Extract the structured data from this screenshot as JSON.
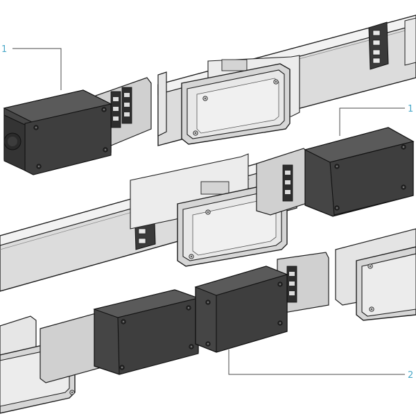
{
  "callouts": [
    {
      "id": "c1a",
      "label": "1",
      "part": "end-feed-box"
    },
    {
      "id": "c1b",
      "label": "1",
      "part": "end-feed-box"
    },
    {
      "id": "c2",
      "label": "2",
      "part": "joint-coupling-box"
    }
  ],
  "colors": {
    "callout": "#4aa8c8",
    "line": "#4a4a4a",
    "housing_dark": "#3c3c3c",
    "housing_face": "#4a4a4a",
    "cover_light": "#e2e2e2",
    "rail": "#d9d9d9",
    "stroke": "#1e1e1e"
  }
}
